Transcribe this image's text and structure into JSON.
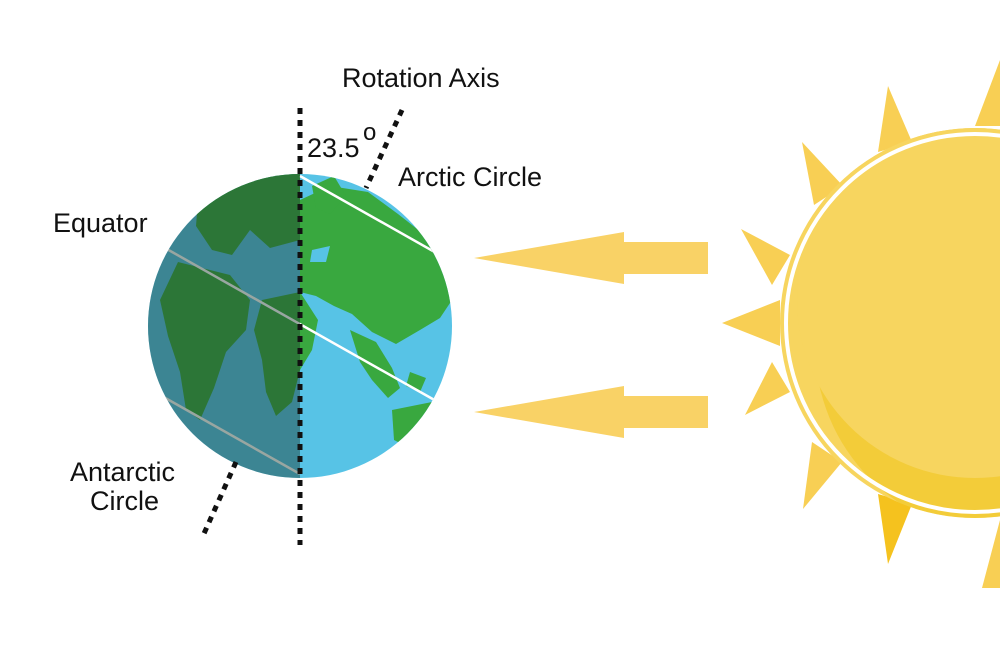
{
  "labels": {
    "rotation_axis": "Rotation Axis",
    "tilt_value": "23.5",
    "tilt_unit": "o",
    "arctic_circle": "Arctic Circle",
    "equator": "Equator",
    "antarctic_line1": "Antarctic",
    "antarctic_line2": "Circle"
  },
  "colors": {
    "ocean_lit": "#57c3e6",
    "ocean_dark": "#2f7f9a",
    "land_lit": "#39a83f",
    "land_dark": "#2a7a33",
    "night_shade": "#1c3a2e",
    "sun": "#f7d55f",
    "sun_shadow": "#f0c419",
    "sun_ray": "#f8cf54",
    "arrow": "#f9d266",
    "axis": "#111111"
  },
  "icons": [
    "earth-globe-icon",
    "sun-icon",
    "sunlight-arrow-icon"
  ]
}
